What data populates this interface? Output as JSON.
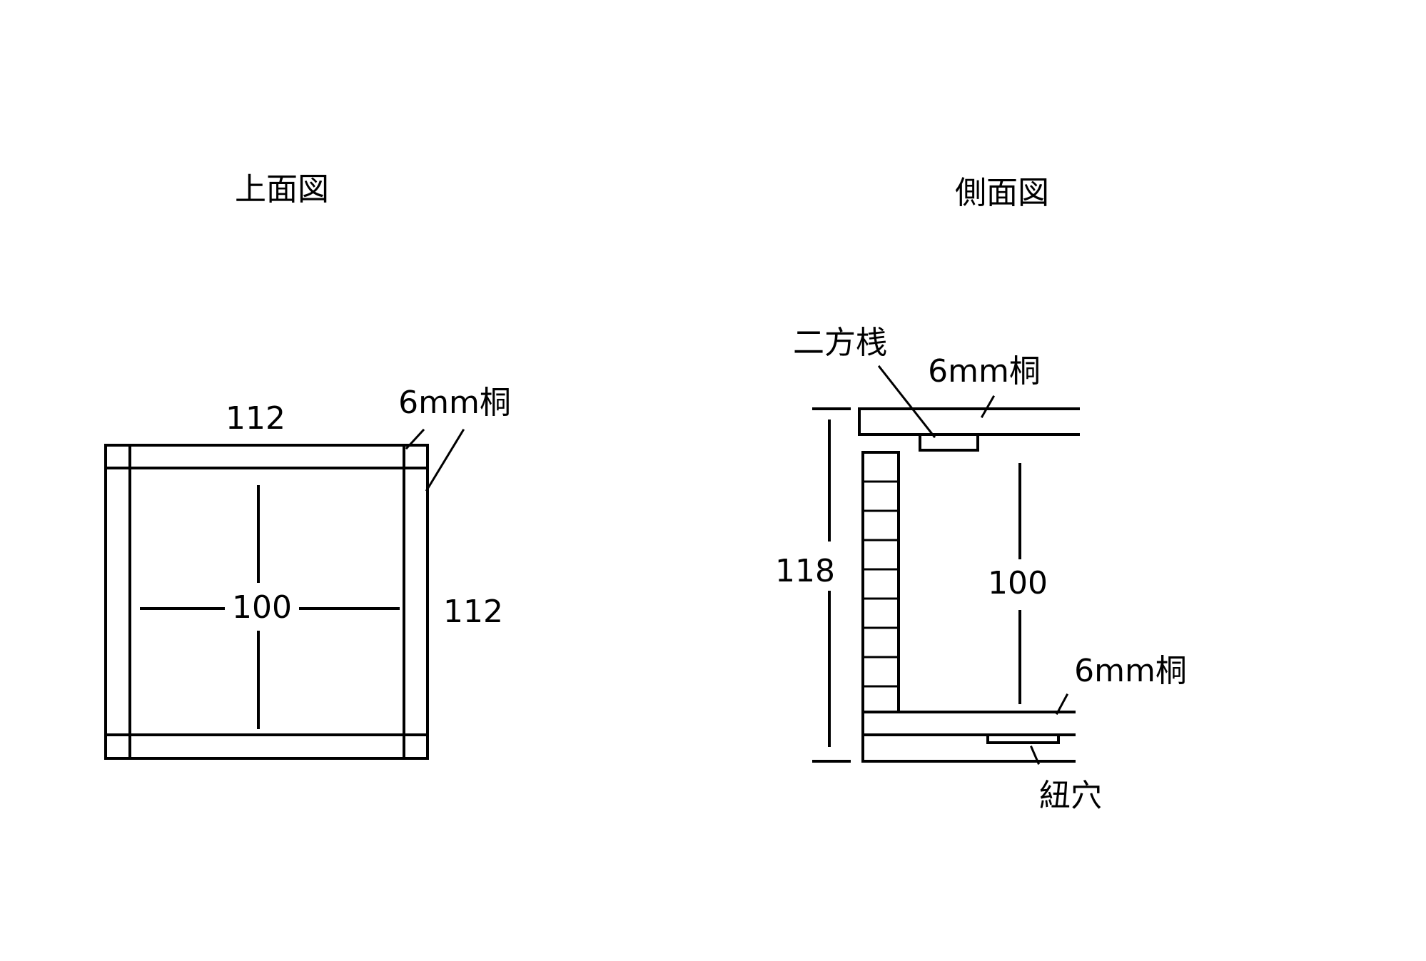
{
  "top_view": {
    "title": "上面図",
    "width_label": "112",
    "depth_label": "112",
    "inner_label": "100",
    "material_label": "6mm桐"
  },
  "side_view": {
    "title": "側面図",
    "cleat_label": "二方桟",
    "top_board_label": "6mm桐",
    "height_label": "118",
    "inner_label": "100",
    "bottom_board_label": "6mm桐",
    "string_hole_label": "紐穴"
  },
  "colors": {
    "line": "#000000",
    "background": "#ffffff"
  }
}
